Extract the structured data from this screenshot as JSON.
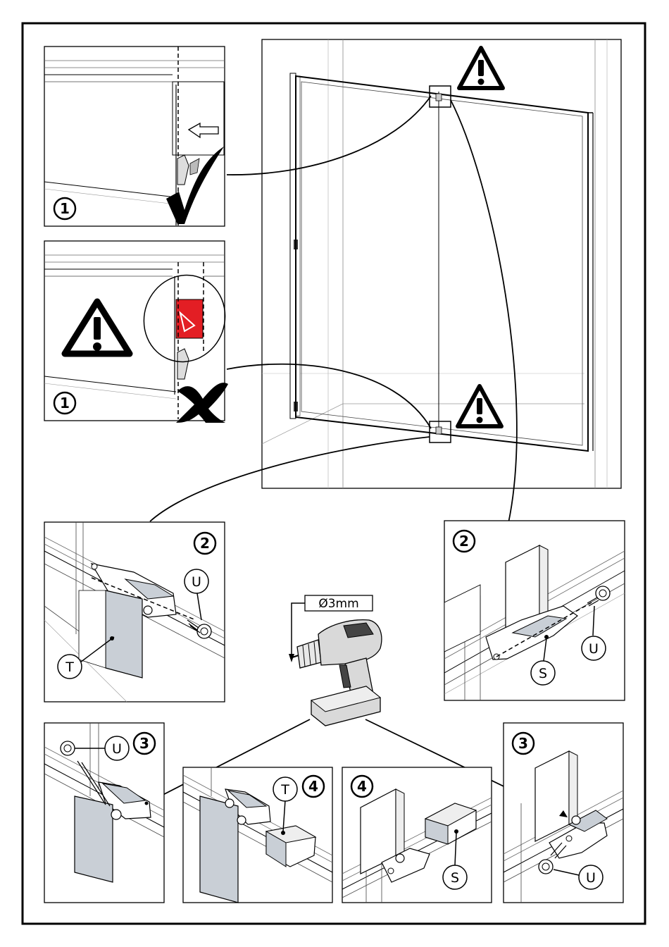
{
  "steps": {
    "s1a": "1",
    "s1b": "1",
    "s2a": "2",
    "s2b": "2",
    "s3a": "3",
    "s3b": "3",
    "s4a": "4",
    "s4b": "4"
  },
  "parts": {
    "u_step2_left": "U",
    "t_step2_left": "T",
    "u_step2_right": "U",
    "s_step2_right": "S",
    "u_step3_left": "U",
    "t_step4_left": "T",
    "s_step4_right": "S",
    "u_step3_right": "U"
  },
  "tool": {
    "drill_bit": "Ø3mm"
  },
  "icons": {
    "correct": "check-mark-icon",
    "wrong": "cross-mark-icon",
    "warning": "warning-triangle-icon"
  },
  "colors": {
    "ink": "#000000",
    "bracket_fill": "#c9cfd6",
    "wrong_highlight": "#e31e24",
    "drill_body": "#d9d9d9"
  }
}
